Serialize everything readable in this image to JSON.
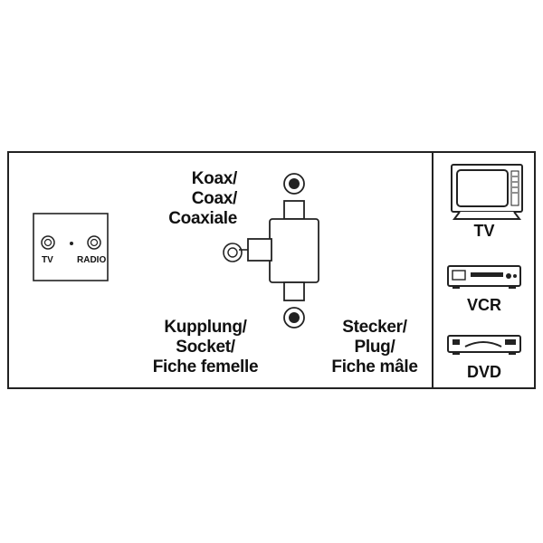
{
  "labels": {
    "coax": [
      "Koax/",
      "Coax/",
      "Coaxiale"
    ],
    "socket": [
      "Kupplung/",
      "Socket/",
      "Fiche femelle"
    ],
    "plug": [
      "Stecker/",
      "Plug/",
      "Fiche mâle"
    ]
  },
  "wall_outlet": {
    "tv": "TV",
    "radio": "RADIO"
  },
  "devices": [
    {
      "label": "TV",
      "icon": "tv-icon"
    },
    {
      "label": "VCR",
      "icon": "vcr-icon"
    },
    {
      "label": "DVD",
      "icon": "dvd-icon"
    }
  ]
}
